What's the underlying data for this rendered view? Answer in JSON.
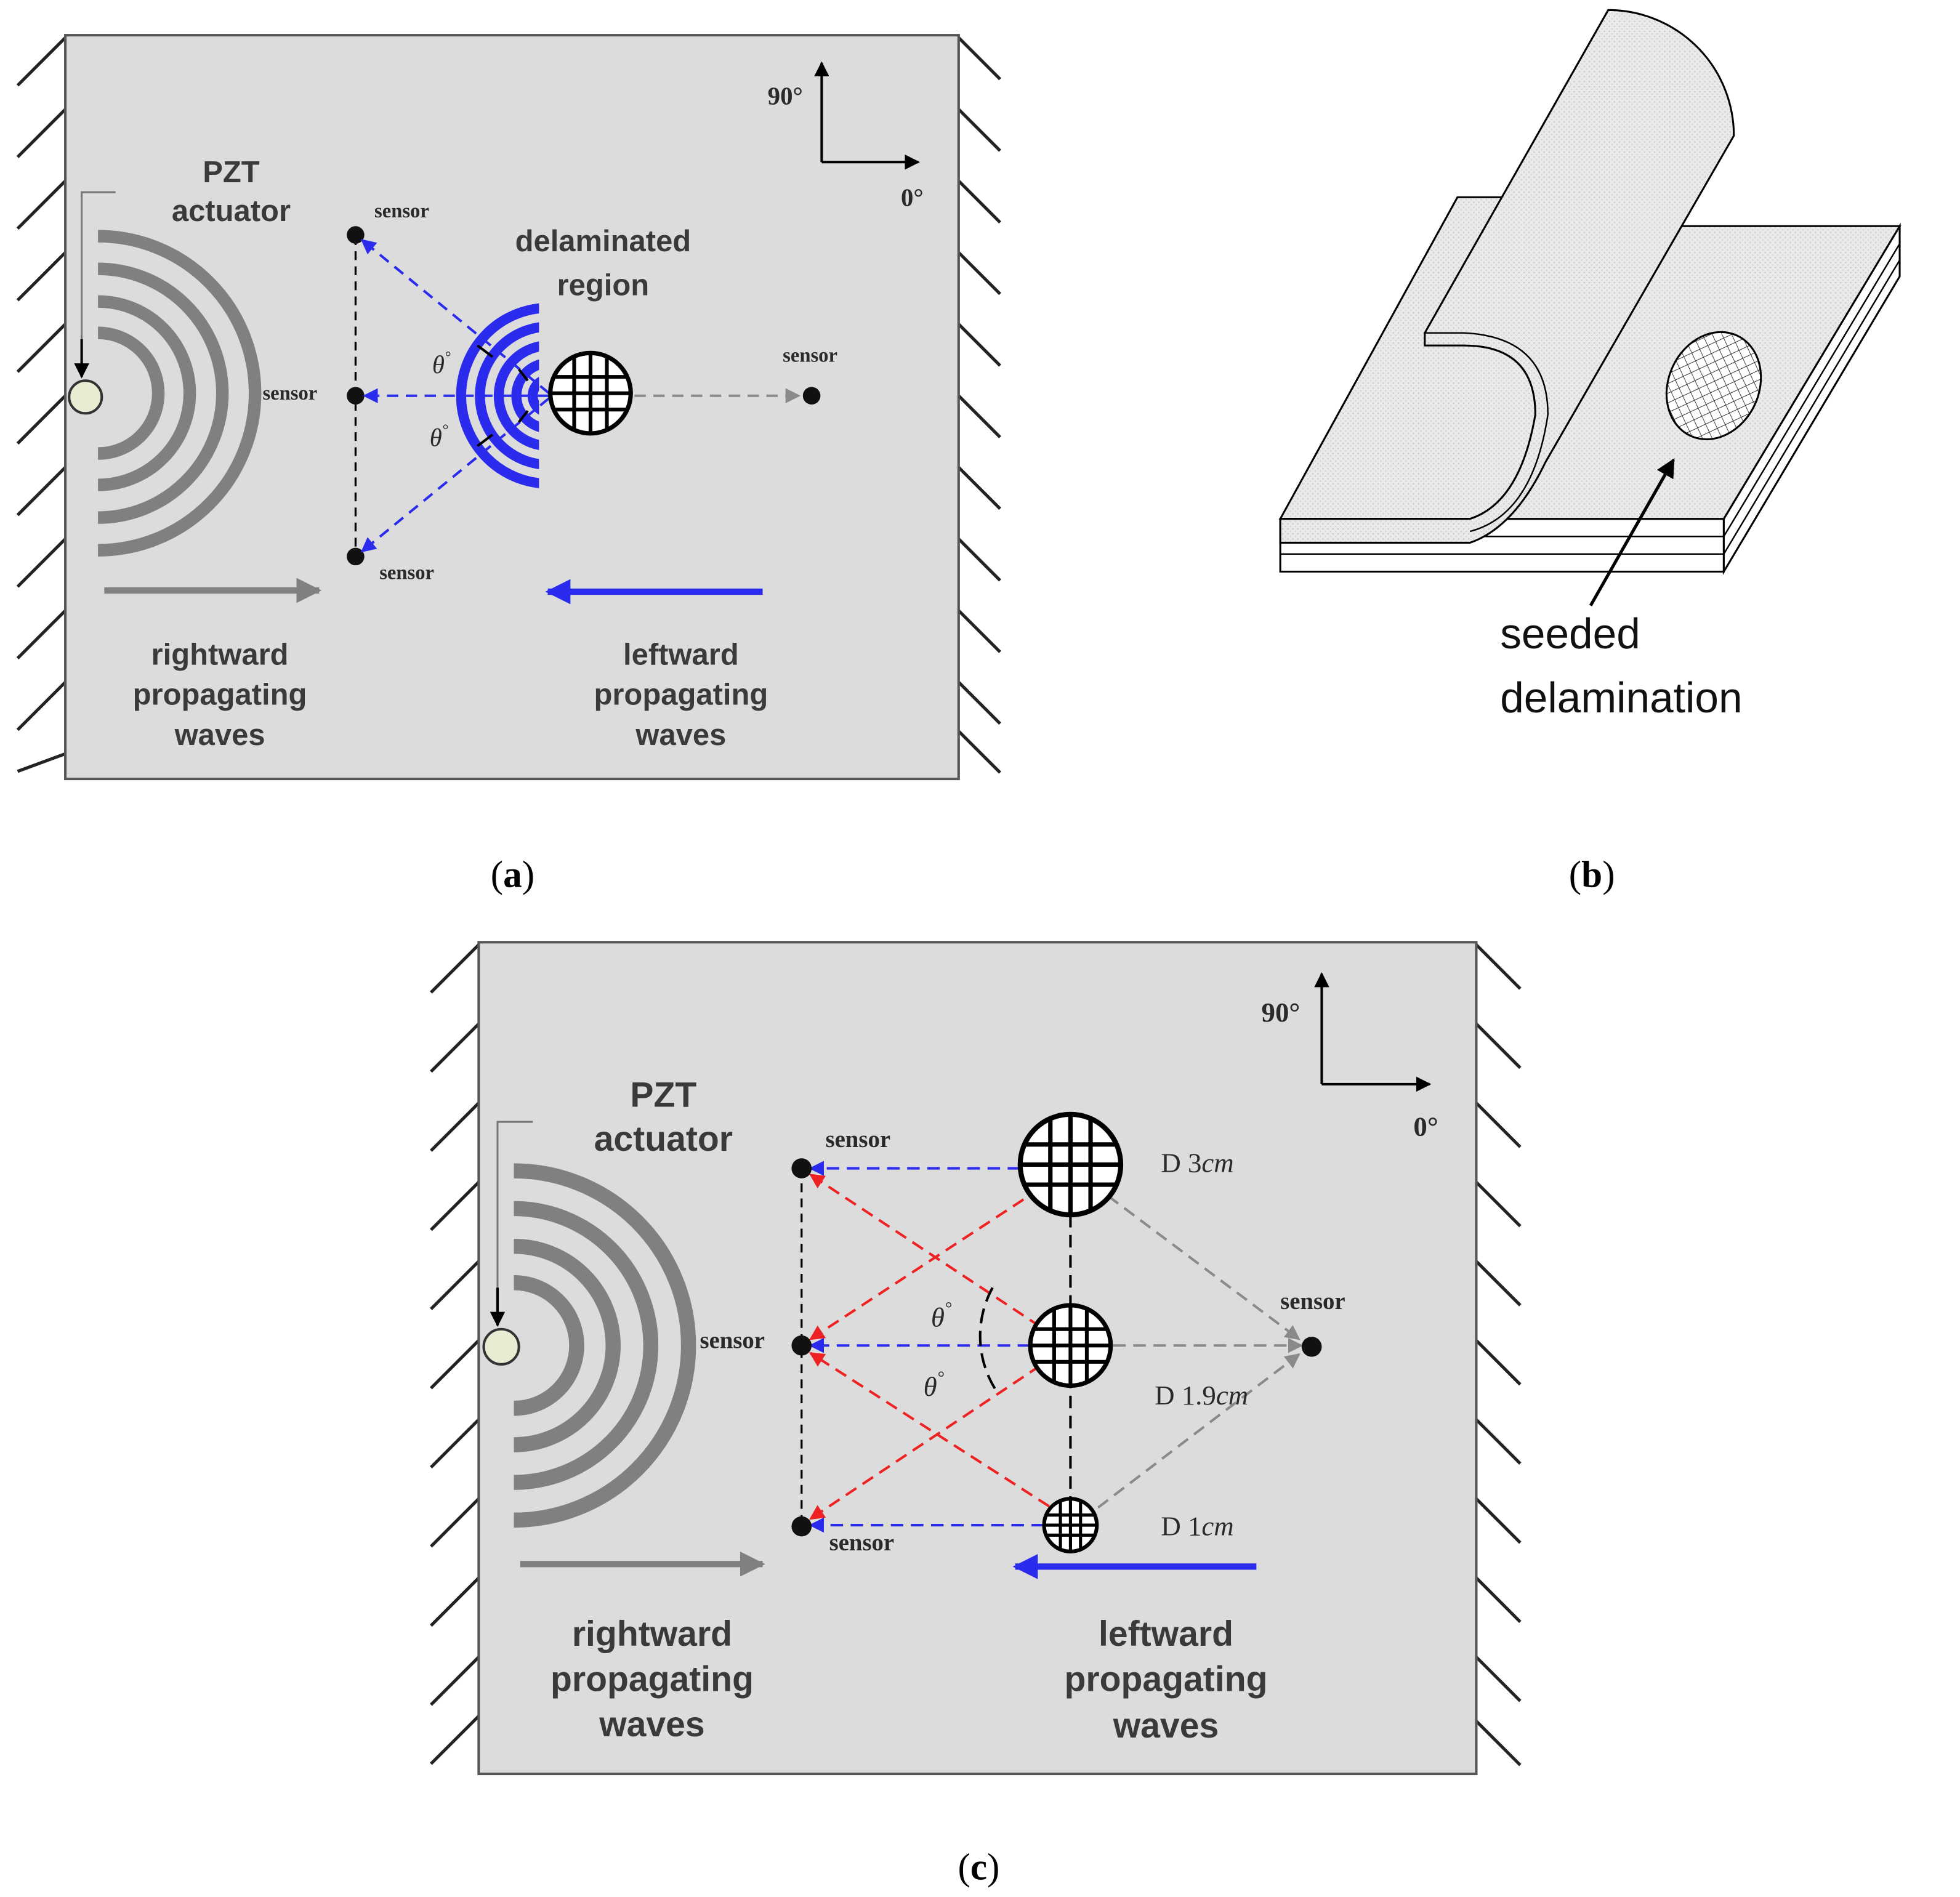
{
  "panel_a": {
    "actuator_line1": "PZT",
    "actuator_line2": "actuator",
    "region_line1": "delaminated",
    "region_line2": "region",
    "sensor": "sensor",
    "angle_90": "90°",
    "angle_0": "0°",
    "theta": "θ",
    "theta_deg": "°",
    "right_waves": [
      "rightward",
      "propagating",
      "waves"
    ],
    "left_waves": [
      "leftward",
      "propagating",
      "waves"
    ],
    "caption_letter": "a"
  },
  "panel_b": {
    "label_line1": "seeded",
    "label_line2": "delamination",
    "caption_letter": "b"
  },
  "panel_c": {
    "actuator_line1": "PZT",
    "actuator_line2": "actuator",
    "sensor": "sensor",
    "angle_90": "90°",
    "angle_0": "0°",
    "theta": "θ",
    "theta_deg": "°",
    "d_large": {
      "prefix": "D 3",
      "unit": "cm"
    },
    "d_medium": {
      "prefix": "D 1.9",
      "unit": "cm"
    },
    "d_small": {
      "prefix": "D 1",
      "unit": "cm"
    },
    "right_waves": [
      "rightward",
      "propagating",
      "waves"
    ],
    "left_waves": [
      "leftward",
      "propagating",
      "waves"
    ],
    "caption_letter": "c"
  },
  "colors": {
    "plate": "#dcdcdc",
    "wave_gray": "#808080",
    "blue": "#2b2bee",
    "red": "#ee2222",
    "gray_arrow": "#8a8a8a"
  }
}
